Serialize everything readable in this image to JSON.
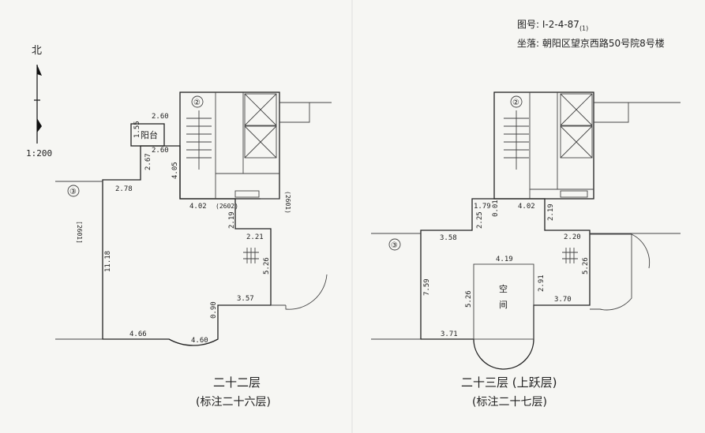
{
  "header": {
    "drawing_no": "图号: I-2-4-87",
    "drawing_no_sub": "(1)",
    "location": "坐落: 朝阳区望京西路50号院8号楼"
  },
  "north": {
    "label": "北",
    "scale": "1:200"
  },
  "plan_left": {
    "caption": "二十二层",
    "subcaption": "(标注二十六层)",
    "circle_stair": "②",
    "circle_unit": "③",
    "balcony": "阳台",
    "unit_tag_left": "[2601]",
    "unit_tag_mid": "(2602)",
    "unit_tag_right": "(2601)",
    "dims": {
      "d260_top": "2.60",
      "d155": "1.55",
      "d260_bot": "2.60",
      "d267": "2.67",
      "d278": "2.78",
      "d405": "4.05",
      "d402": "4.02",
      "d219": "2.19",
      "d221": "2.21",
      "d526": "5.26",
      "d1118": "11.18",
      "d357": "3.57",
      "d090": "0.90",
      "d466": "4.66",
      "d460": "4.60"
    }
  },
  "plan_right": {
    "caption": "二十三层 (上跃层)",
    "subcaption": "(标注二十七层)",
    "circle_stair": "②",
    "circle_unit": "③",
    "void_1": "空",
    "void_2": "间",
    "dims": {
      "d179": "1.79",
      "d001": "0.01",
      "d402": "4.02",
      "d225": "2.25",
      "d219": "2.19",
      "d358": "3.58",
      "d220": "2.20",
      "d419": "4.19",
      "d526a": "5.26",
      "d526b": "5.26",
      "d759": "7.59",
      "d291": "2.91",
      "d370": "3.70",
      "d371": "3.71"
    }
  }
}
